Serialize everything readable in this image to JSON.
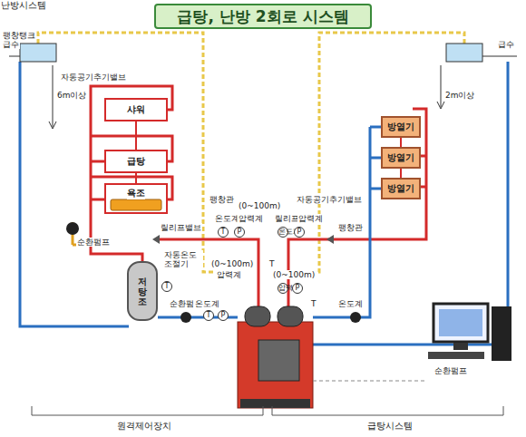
{
  "diagram": {
    "title": "급탕, 난방 2회로 시스템",
    "nodes": [
      {
        "text": [
          "샤워"
        ]
      },
      {
        "text": [
          "급탕"
        ]
      },
      {
        "text": [
          "욕조"
        ]
      },
      {
        "text": [
          "저탕조"
        ]
      },
      {
        "text": [
          "방열기"
        ]
      },
      {
        "text": [
          "방열기"
        ]
      },
      {
        "text": [
          "방열기"
        ]
      }
    ],
    "edges": [
      {
        "from": 0,
        "to": 1,
        "arrow": "none"
      },
      {
        "from": 1,
        "to": 2,
        "arrow": "none"
      },
      {
        "from": 4,
        "to": 5,
        "arrow": "none"
      },
      {
        "from": 5,
        "to": 6,
        "arrow": "none"
      }
    ],
    "labels": [
      "팽창탱크",
      "급수",
      "6m이상",
      "자동공기추기밸브",
      "순환펌프",
      "팽창관",
      "릴리프밸브",
      "온도계",
      "압력계",
      "(0~100m)",
      "T",
      "P",
      "자동온도 조절기",
      "T",
      "(0~100m)",
      "압력계",
      "순환펌프",
      "온도계",
      "T",
      "P",
      "급수",
      "2m이상",
      "자동공기추기밸브",
      "팽창관",
      "릴리프밸브",
      "압력계",
      "온도계",
      "P",
      "T",
      "(0~100m)",
      "압력계",
      "P",
      "T",
      "온도계",
      "순환펌프",
      "원격제어장치",
      "급탕시스템",
      "난방시스템"
    ]
  }
}
